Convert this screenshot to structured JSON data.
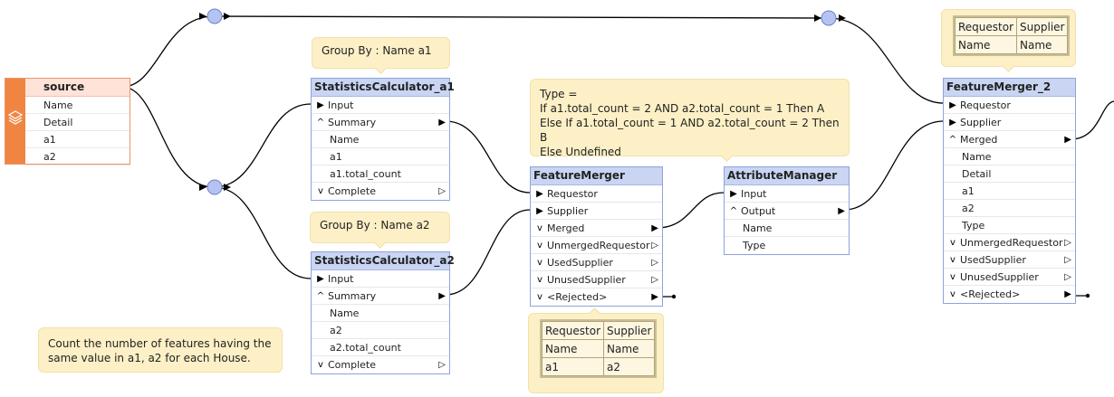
{
  "source": {
    "title": "source",
    "attrs": [
      "Name",
      "Detail",
      "a1",
      "a2"
    ]
  },
  "stats_a1": {
    "title": "StatisticsCalculator_a1",
    "input": "Input",
    "summary": "Summary",
    "attrs": [
      "Name",
      "a1",
      "a1.total_count"
    ],
    "complete": "Complete"
  },
  "stats_a2": {
    "title": "StatisticsCalculator_a2",
    "input": "Input",
    "summary": "Summary",
    "attrs": [
      "Name",
      "a2",
      "a2.total_count"
    ],
    "complete": "Complete"
  },
  "feature_merger": {
    "title": "FeatureMerger",
    "requestor": "Requestor",
    "supplier": "Supplier",
    "merged": "Merged",
    "unmerged_requestor": "UnmergedRequestor",
    "used_supplier": "UsedSupplier",
    "unused_supplier": "UnusedSupplier",
    "rejected": "<Rejected>"
  },
  "attribute_manager": {
    "title": "AttributeManager",
    "input": "Input",
    "output": "Output",
    "attrs": [
      "Name",
      "Type"
    ]
  },
  "feature_merger_2": {
    "title": "FeatureMerger_2",
    "requestor": "Requestor",
    "supplier": "Supplier",
    "merged": "Merged",
    "attrs": [
      "Name",
      "Detail",
      "a1",
      "a2",
      "Type"
    ],
    "unmerged_requestor": "UnmergedRequestor",
    "used_supplier": "UsedSupplier",
    "unused_supplier": "UnusedSupplier",
    "rejected": "<Rejected>"
  },
  "notes": {
    "group_a1": "Group By : Name a1",
    "group_a2": "Group By : Name a2",
    "type_rule": [
      "Type =",
      "If a1.total_count = 2 AND a2.total_count = 1 Then A",
      "Else If a1.total_count = 1 AND a2.total_count = 2 Then B",
      "Else Undefined"
    ],
    "count_desc": [
      "Count the number of features having the",
      "same value in a1, a2 for each House."
    ]
  },
  "join_table_1": {
    "header": [
      "Requestor",
      "Supplier"
    ],
    "rows": [
      [
        "Name",
        "Name"
      ],
      [
        "a1",
        "a2"
      ]
    ]
  },
  "join_table_2": {
    "header": [
      "Requestor",
      "Supplier"
    ],
    "rows": [
      [
        "Name",
        "Name"
      ]
    ]
  },
  "colors": {
    "node_border": "#8ea3da",
    "node_title": "#c9d5f3",
    "source_accent": "#f08542",
    "note_bg": "#fdf0c6",
    "junction": "#b4c3f2",
    "wire": "#000000"
  }
}
